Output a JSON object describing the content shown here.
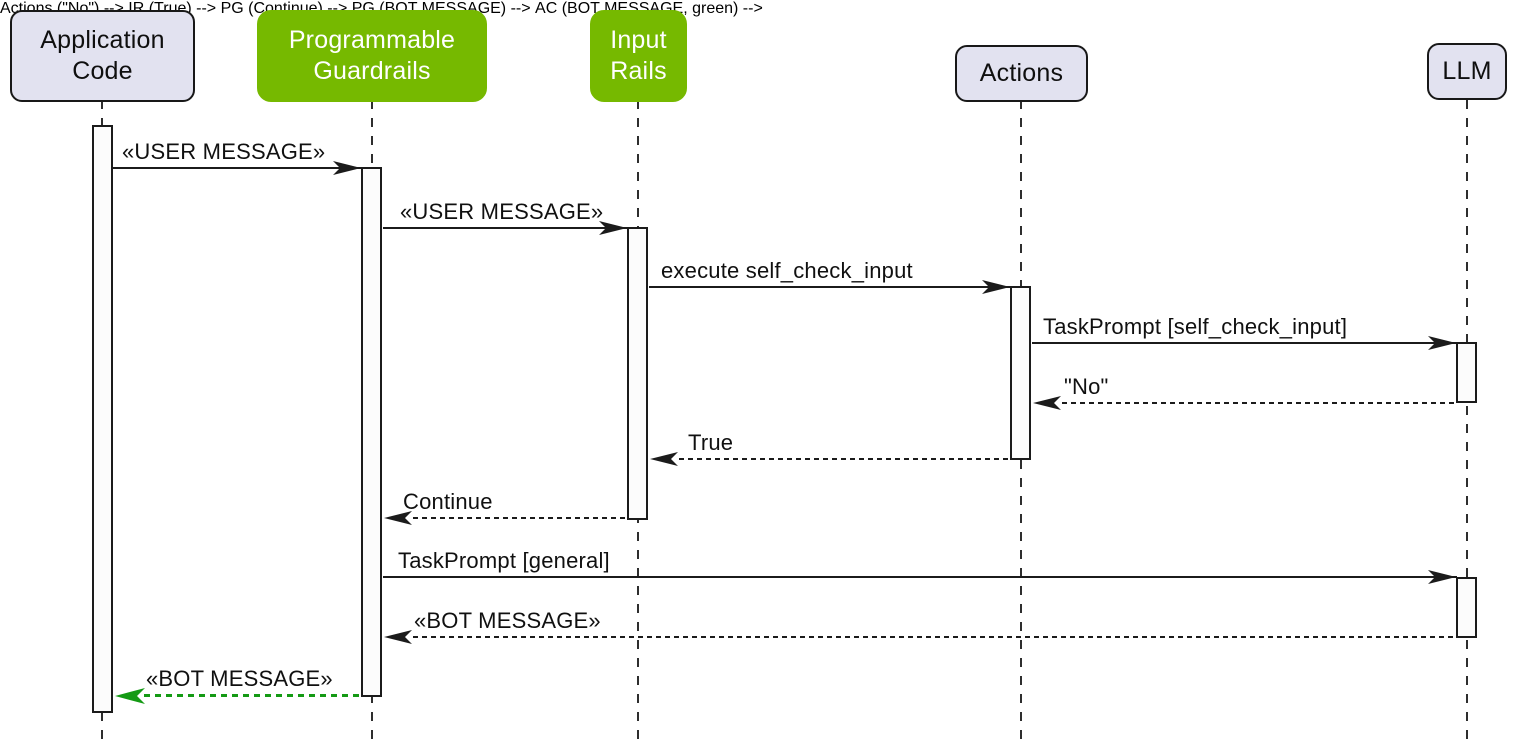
{
  "diagram_type": "sequence-diagram",
  "participants": [
    {
      "id": "application-code",
      "label": "Application\nCode",
      "variant": "plain"
    },
    {
      "id": "programmable-guardrails",
      "label": "Programmable\nGuardrails",
      "variant": "green"
    },
    {
      "id": "input-rails",
      "label": "Input\nRails",
      "variant": "green"
    },
    {
      "id": "actions",
      "label": "Actions",
      "variant": "plain"
    },
    {
      "id": "llm",
      "label": "LLM",
      "variant": "plain"
    }
  ],
  "messages": [
    {
      "label": "«USER MESSAGE»",
      "from": "Application Code",
      "to": "Programmable Guardrails",
      "line": "solid",
      "color": "black"
    },
    {
      "label": "«USER MESSAGE»",
      "from": "Programmable Guardrails",
      "to": "Input Rails",
      "line": "solid",
      "color": "black"
    },
    {
      "label": "execute self_check_input",
      "from": "Input Rails",
      "to": "Actions",
      "line": "solid",
      "color": "black"
    },
    {
      "label": "TaskPrompt [self_check_input]",
      "from": "Actions",
      "to": "LLM",
      "line": "solid",
      "color": "black"
    },
    {
      "label": "\"No\"",
      "from": "LLM",
      "to": "Actions",
      "line": "dashed",
      "color": "black"
    },
    {
      "label": "True",
      "from": "Actions",
      "to": "Input Rails",
      "line": "dashed",
      "color": "black"
    },
    {
      "label": "Continue",
      "from": "Input Rails",
      "to": "Programmable Guardrails",
      "line": "dashed",
      "color": "black"
    },
    {
      "label": "TaskPrompt [general]",
      "from": "Programmable Guardrails",
      "to": "LLM",
      "line": "solid",
      "color": "black"
    },
    {
      "label": "«BOT MESSAGE»",
      "from": "LLM",
      "to": "Programmable Guardrails",
      "line": "dashed",
      "color": "black"
    },
    {
      "label": "«BOT MESSAGE»",
      "from": "Programmable Guardrails",
      "to": "Application Code",
      "line": "dashed",
      "color": "green"
    }
  ],
  "colors": {
    "participant_fill": "#e2e2f0",
    "participant_border": "#181818",
    "highlight_fill": "#76b900",
    "highlight_text": "#ffffff",
    "arrow": "#1b1b1b",
    "green_arrow": "#149a14",
    "activation_fill": "#fcfcfc"
  }
}
